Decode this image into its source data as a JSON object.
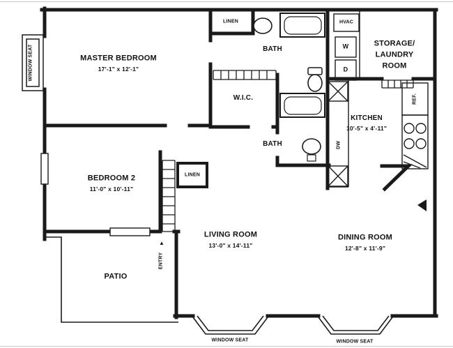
{
  "colors": {
    "wall": "#1a1a1a",
    "background": "#ffffff"
  },
  "rooms": {
    "master_bedroom": {
      "name": "MASTER BEDROOM",
      "dims": "17'-1\" x 12'-1\""
    },
    "bath_top": {
      "name": "BATH"
    },
    "wic": {
      "name": "W.I.C."
    },
    "bath_bottom": {
      "name": "BATH"
    },
    "storage_laundry": {
      "line1": "STORAGE/",
      "line2": "LAUNDRY",
      "line3": "ROOM"
    },
    "kitchen": {
      "name": "KITCHEN",
      "dims": "10'-5\" x 4'-11\""
    },
    "bedroom_2": {
      "name": "BEDROOM 2",
      "dims": "11'-0\" x 10'-11\""
    },
    "living_room": {
      "name": "LIVING ROOM",
      "dims": "13'-0\" x 14'-11\""
    },
    "dining_room": {
      "name": "DINING ROOM",
      "dims": "12'-8\" x 11'-9\""
    },
    "patio": {
      "name": "PATIO"
    }
  },
  "labels": {
    "linen_top": "LINEN",
    "linen_hall": "LINEN",
    "hvac": "HVAC",
    "washer": "W",
    "dryer": "D",
    "dishwasher": "DW",
    "refrigerator": "REF.",
    "entry": "ENTRY",
    "entry_arrow": "▲",
    "window_seat_left": "WINDOW SEAT",
    "window_seat_bottom_left": "WINDOW SEAT",
    "window_seat_bottom_right": "WINDOW SEAT"
  }
}
